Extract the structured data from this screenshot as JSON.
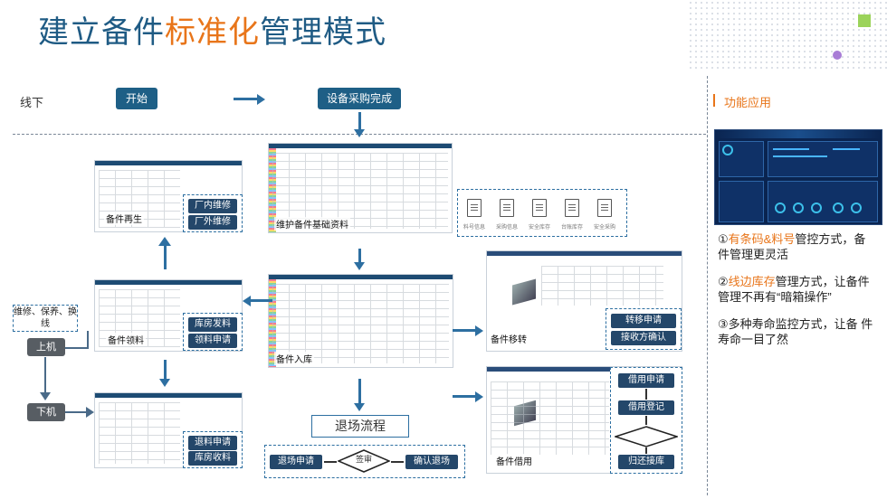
{
  "title": {
    "part1": "建立备件",
    "part2": "标准化",
    "part3": "管理模式"
  },
  "offline_label": "线下",
  "top_flow": {
    "start": "开始",
    "procurement_done": "设备采购完成"
  },
  "nodes": {
    "basic_data_caption": "维护备件基础资料",
    "regen_caption": "备件再生",
    "regen_buttons": [
      "厂内维修",
      "厂外维修"
    ],
    "requisition_caption": "备件领料",
    "requisition_buttons": [
      "库房发料",
      "领料申请"
    ],
    "inbound_caption": "备件入库",
    "transfer_caption": "备件移转",
    "transfer_buttons": [
      "转移申请",
      "接收方确认"
    ],
    "return_caption": "",
    "return_buttons": [
      "退料申请",
      "库房收料"
    ],
    "borrow_caption": "备件借用",
    "borrow_steps": [
      "借用申请",
      "借用登记",
      "",
      "归还接库"
    ],
    "docs": [
      "料号信息",
      "采购信息",
      "安全库存",
      "台账库存",
      "安全采购"
    ]
  },
  "left_flow": {
    "repair_label": "维修、保养、换线",
    "up_machine": "上机",
    "down_machine": "下机"
  },
  "exit_flow": {
    "title": "退场流程",
    "steps": [
      "退场申请",
      "签审",
      "确认退场"
    ]
  },
  "right_panel": {
    "section_title": "功能应用",
    "features": [
      {
        "prefix": "①",
        "highlight": "有条码&料号",
        "rest": "管控方式，备 件管理更灵活"
      },
      {
        "prefix": "②",
        "highlight": "线边库存",
        "rest": "管理方式，让备件 管理不再有“暗箱操作”"
      },
      {
        "prefix": "③",
        "highlight": "",
        "rest": "多种寿命监控方式，让备 件寿命一目了然"
      }
    ]
  },
  "colors": {
    "title_blue": "#1f5b84",
    "accent_orange": "#e8751a",
    "flow_blue": "#1e5f86",
    "arrow_blue": "#2d6fa1"
  }
}
